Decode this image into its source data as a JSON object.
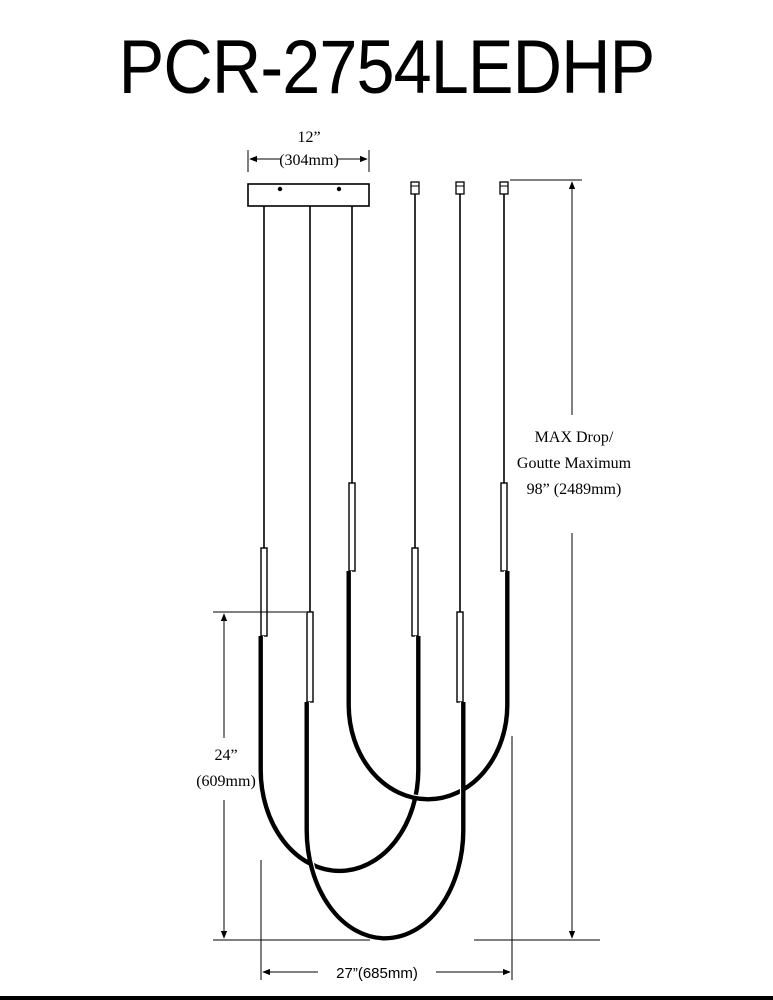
{
  "title": "PCR-2754LEDHP",
  "dimensions": {
    "canopy_width_in": "12”",
    "canopy_width_mm": "(304mm)",
    "max_drop_line1": "MAX Drop/",
    "max_drop_line2": "Goutte Maximum",
    "max_drop_value": "98” (2489mm)",
    "height_in": "24”",
    "height_mm": "(609mm)",
    "width_total": "27”(685mm)"
  }
}
